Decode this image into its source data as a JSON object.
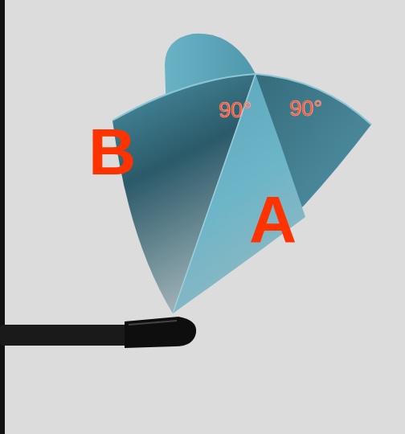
{
  "diagram": {
    "labels": [
      "90°",
      "90°",
      "B",
      "A"
    ]
  }
}
